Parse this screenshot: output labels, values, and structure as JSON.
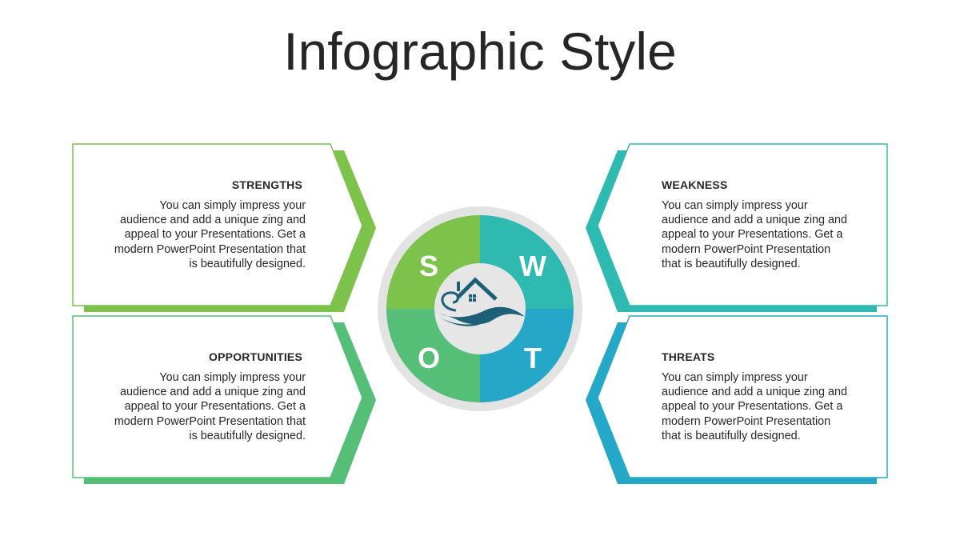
{
  "title": "Infographic Style",
  "colors": {
    "strengths": "#7dc24b",
    "weakness": "#2ebab0",
    "opportunities": "#55bf78",
    "threats": "#25a8c7",
    "ring": "#e3e3e3",
    "center": "#e6e6e6",
    "logo": "#1e5f78"
  },
  "center": {
    "letters": [
      "S",
      "W",
      "O",
      "T"
    ],
    "logo_icon": "house-wave-icon"
  },
  "panels": {
    "strengths": {
      "heading": "STRENGTHS",
      "body": "You can simply impress your\naudience and add a unique zing and\nappeal to your Presentations. Get a\nmodern PowerPoint  Presentation that\nis beautifully designed."
    },
    "weakness": {
      "heading": "WEAKNESS",
      "body": "You can simply impress your\naudience and add a unique zing and\nappeal to your Presentations. Get a\nmodern PowerPoint  Presentation\nthat is beautifully designed."
    },
    "opportunities": {
      "heading": "OPPORTUNITIES",
      "body": "You can simply impress your\naudience and add a unique zing and\nappeal to your Presentations. Get a\nmodern PowerPoint  Presentation that\nis beautifully designed."
    },
    "threats": {
      "heading": "THREATS",
      "body": "You can simply impress your\naudience and add a unique zing and\nappeal to your Presentations. Get a\nmodern PowerPoint  Presentation\nthat is beautifully designed."
    }
  }
}
